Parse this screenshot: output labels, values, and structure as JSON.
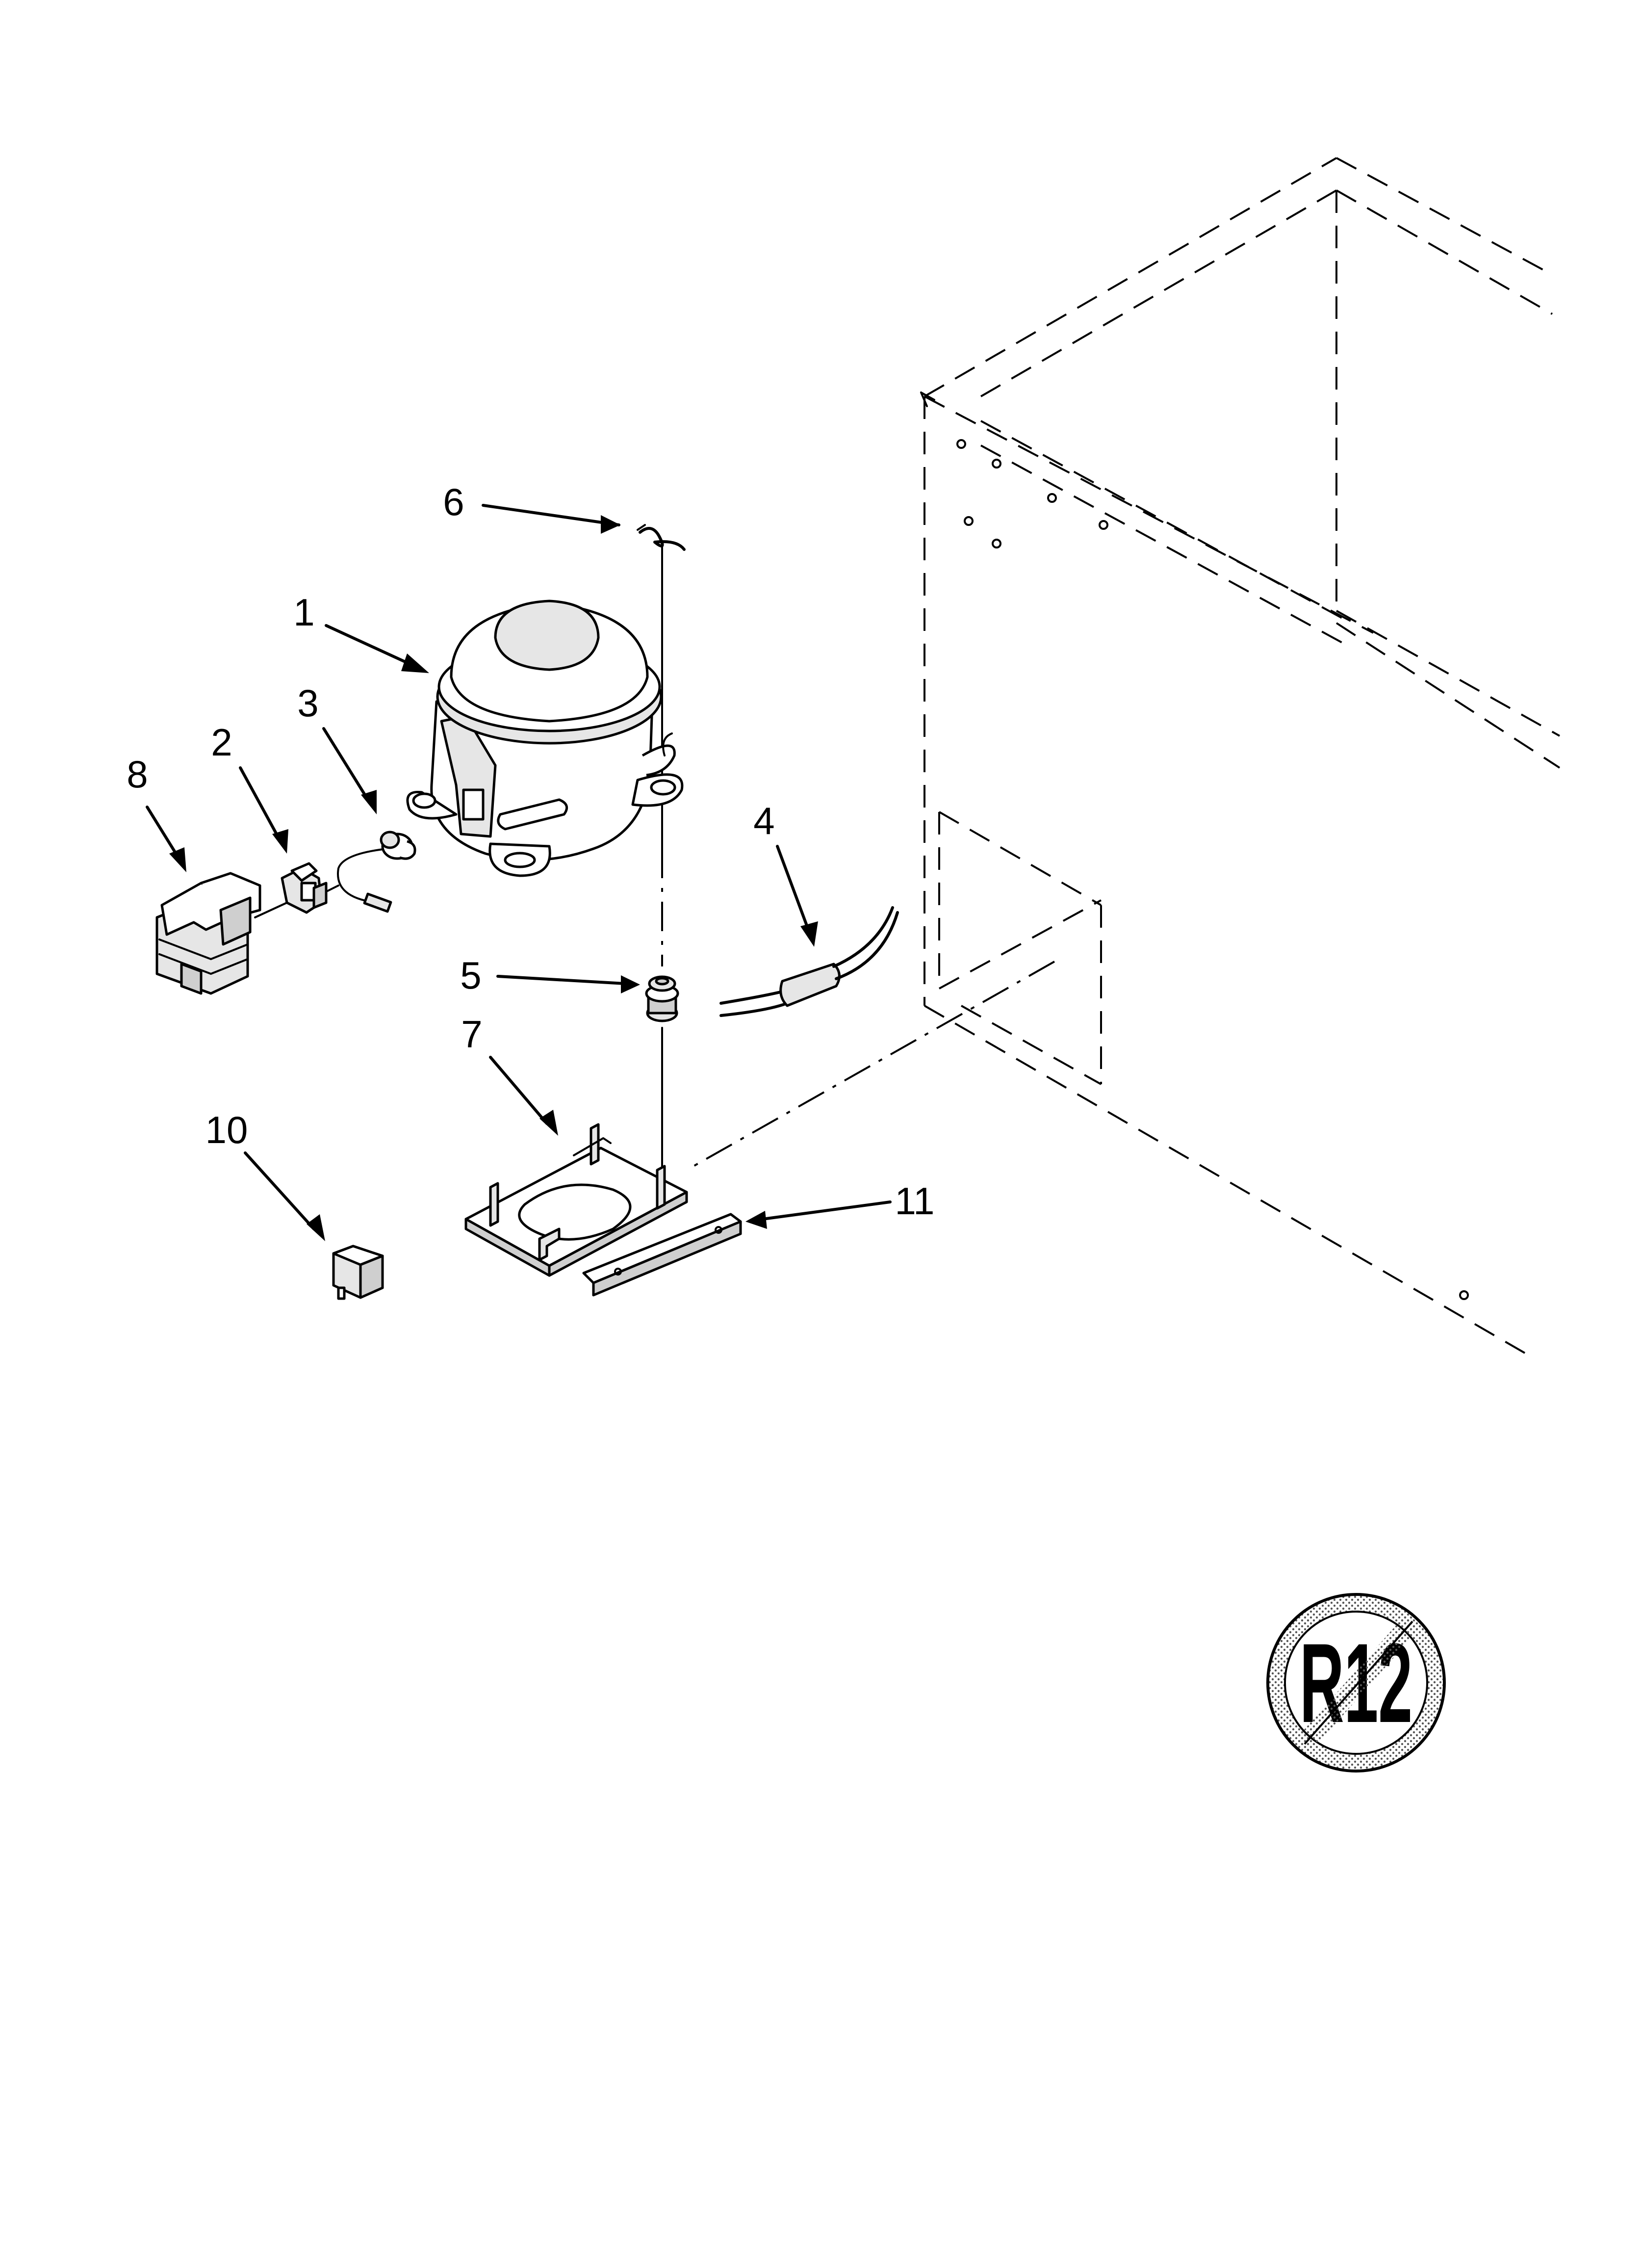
{
  "diagram": {
    "type": "exploded-parts-diagram",
    "callouts": [
      {
        "id": "1",
        "label": "1",
        "part": "compressor"
      },
      {
        "id": "2",
        "label": "2",
        "part": "relay"
      },
      {
        "id": "3",
        "label": "3",
        "part": "overload"
      },
      {
        "id": "4",
        "label": "4",
        "part": "tube"
      },
      {
        "id": "5",
        "label": "5",
        "part": "grommet"
      },
      {
        "id": "6",
        "label": "6",
        "part": "clip"
      },
      {
        "id": "7",
        "label": "7",
        "part": "base-plate"
      },
      {
        "id": "8",
        "label": "8",
        "part": "cover"
      },
      {
        "id": "10",
        "label": "10",
        "part": "capacitor"
      },
      {
        "id": "11",
        "label": "11",
        "part": "bracket"
      }
    ],
    "seal": {
      "text": "R12",
      "icon": "no-r12-icon"
    }
  }
}
